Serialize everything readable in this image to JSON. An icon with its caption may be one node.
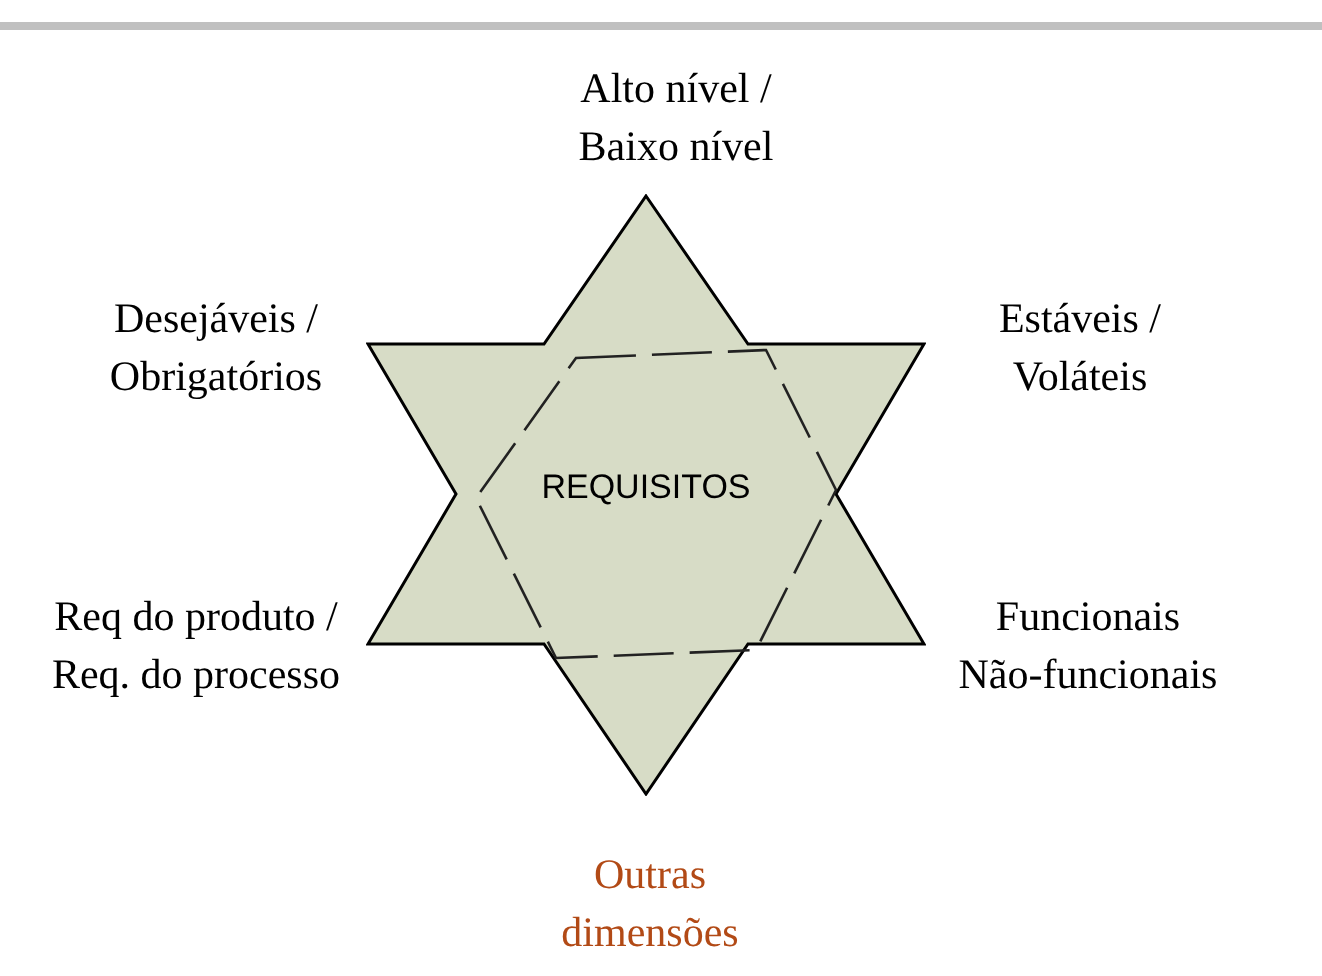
{
  "diagram": {
    "nodes": [
      {
        "text": [
          "REQUISITOS"
        ]
      }
    ],
    "labels": [
      "Alto nível / Baixo nível",
      "Desejáveis / Obrigatórios",
      "Estáveis  / Voláteis",
      "Req do produto / Req. do processo",
      "Funcionais Não-funcionais",
      "Outras dimensões"
    ]
  }
}
